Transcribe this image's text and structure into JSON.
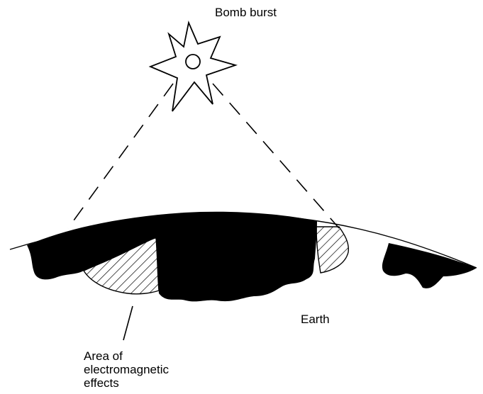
{
  "labels": {
    "bomb_burst": "Bomb burst",
    "earth": "Earth",
    "area_line1": "Area of",
    "area_line2": "electromagnetic",
    "area_line3": "effects"
  },
  "colors": {
    "ink": "#000000",
    "paper": "#ffffff"
  }
}
